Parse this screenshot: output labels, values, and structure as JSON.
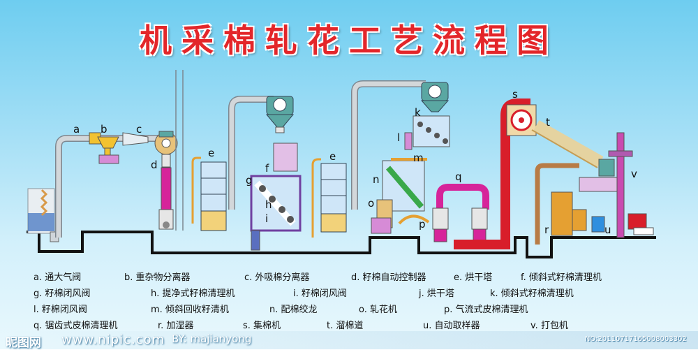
{
  "title": "机采棉轧花工艺流程图",
  "diagram": {
    "labels": {
      "a": "a",
      "b": "b",
      "c": "c",
      "d": "d",
      "e1": "e",
      "e2": "e",
      "f": "f",
      "g": "g",
      "h": "h",
      "i": "i",
      "k": "k",
      "l": "l",
      "m": "m",
      "n": "n",
      "o": "o",
      "p": "p",
      "q": "q",
      "r": "r",
      "s": "s",
      "t": "t",
      "u": "u",
      "v": "v"
    },
    "colors": {
      "pipe": "#d3d7da",
      "pipe_stroke": "#7d8790",
      "tower_blue": "#cfe6f8",
      "gin_green": "#3aa84a",
      "machine_magenta": "#d6249a",
      "duct_red": "#d81e2a",
      "conveyor_tan": "#f0d9a8",
      "dryer_gold": "#e5a032",
      "cyclone_teal": "#5aa7a2",
      "floor_line": "#111111",
      "title_red": "#e3262a"
    }
  },
  "legend": [
    [
      "a. 通大气阀",
      "b. 重杂物分离器",
      "c. 外吸棉分离器",
      "d. 籽棉自动控制器",
      "e. 烘干塔",
      "f. 倾斜式籽棉清理机"
    ],
    [
      "g. 籽棉闭风阀",
      "h. 提净式籽棉清理机",
      "i. 籽棉闭风阀",
      "j. 烘干塔",
      "k. 倾斜式籽棉清理机"
    ],
    [
      "l. 籽棉闭风阀",
      "m. 倾斜回收籽清机",
      "n. 配棉绞龙",
      "o. 轧花机",
      "p. 气流式皮棉清理机"
    ],
    [
      "q. 锯齿式皮棉清理机",
      "r. 加湿器",
      "s. 集棉机",
      "t. 溜棉道",
      "u. 自动取样器",
      "v. 打包机"
    ]
  ],
  "watermark": {
    "logo": "昵图网",
    "site": "www.nipic.com",
    "author": "BY: majianyong",
    "number": "NO:20110717165008003302"
  }
}
